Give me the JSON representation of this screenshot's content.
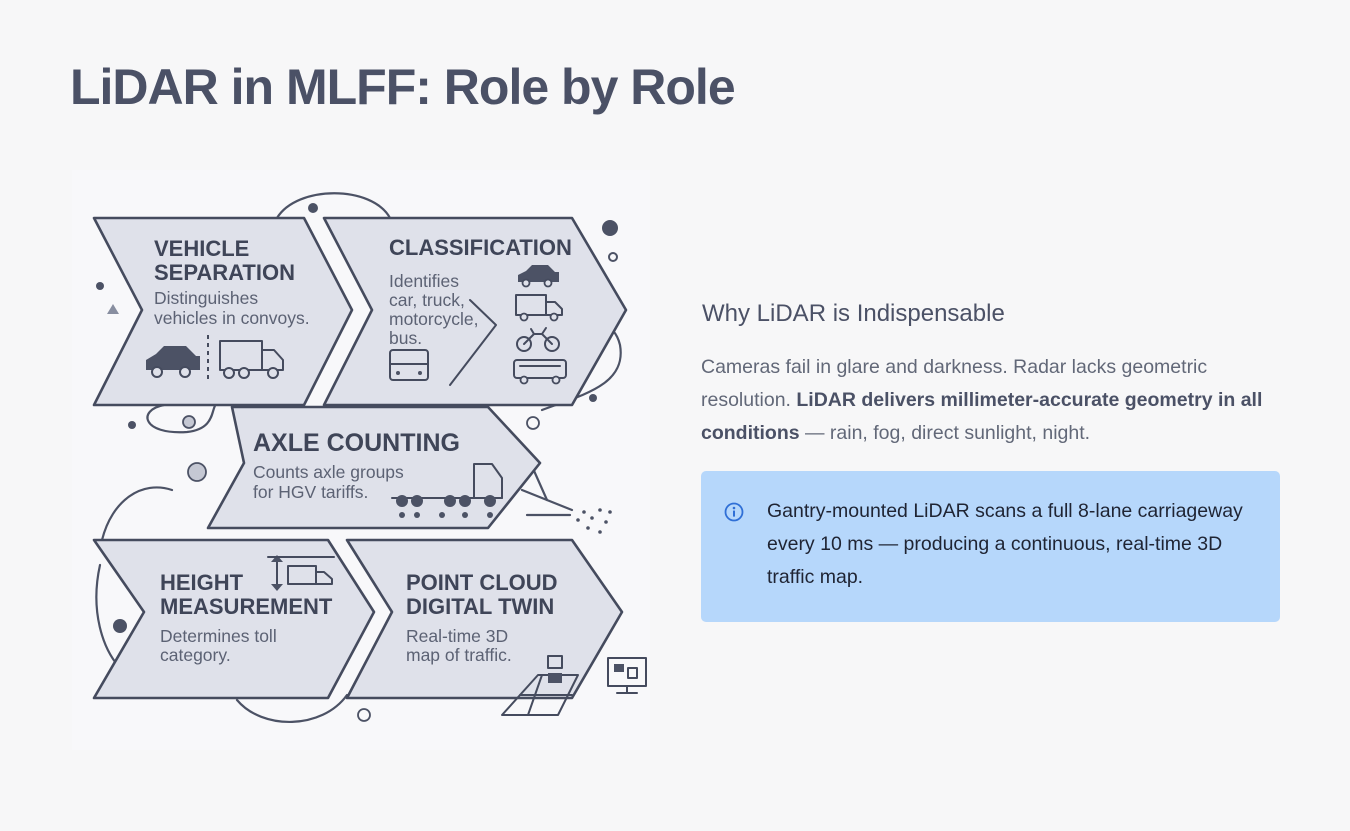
{
  "page": {
    "title": "LiDAR in MLFF: Role by Role"
  },
  "diagram": {
    "roles": [
      {
        "title_lines": [
          "VEHICLE",
          "SEPARATION"
        ],
        "desc_lines": [
          "Distinguishes",
          "vehicles in convoys."
        ]
      },
      {
        "title_lines": [
          "CLASSIFICATION"
        ],
        "desc_lines": [
          "Identifies",
          "car, truck,",
          "motorcycle,",
          "bus."
        ]
      },
      {
        "title_lines": [
          "AXLE COUNTING"
        ],
        "desc_lines": [
          "Counts axle groups",
          "for HGV tariffs."
        ]
      },
      {
        "title_lines": [
          "HEIGHT",
          "MEASUREMENT"
        ],
        "desc_lines": [
          "Determines toll",
          "category."
        ]
      },
      {
        "title_lines": [
          "POINT CLOUD",
          "DIGITAL TWIN"
        ],
        "desc_lines": [
          "Real-time 3D",
          "map of traffic."
        ]
      }
    ]
  },
  "side": {
    "heading": "Why LiDAR is Indispensable",
    "body_intro": "Cameras fail in glare and darkness. Radar lacks geometric resolution.",
    "body_bold": "LiDAR delivers millimeter-accurate geometry in all conditions",
    "body_tail": "— rain, fog, direct sunlight, night."
  },
  "callout": {
    "icon": "info-icon",
    "text": "Gantry-mounted LiDAR scans a full 8-lane carriageway every 10 ms — producing a continuous, real-time 3D traffic map."
  }
}
